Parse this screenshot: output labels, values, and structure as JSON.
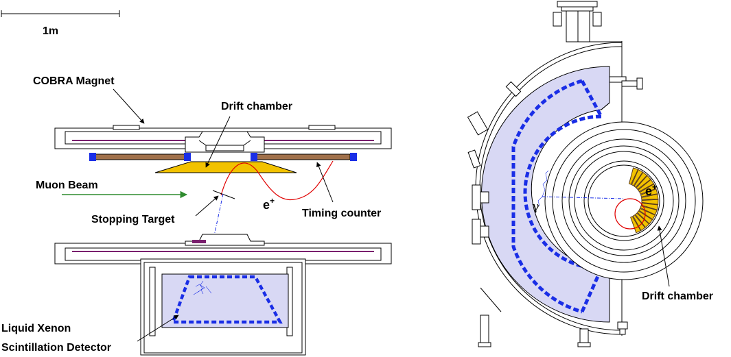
{
  "scale_bar": {
    "label": "1m"
  },
  "side_view": {
    "magnet_label": "COBRA Magnet",
    "drift_chamber_label": "Drift chamber",
    "beam_label": "Muon Beam",
    "target_label": "Stopping Target",
    "positron_label": "e",
    "positron_charge": "+",
    "timing_label": "Timing counter",
    "detector_label_line1": "Liquid Xenon",
    "detector_label_line2": "Scintillation Detector"
  },
  "front_view": {
    "positron_label": "e",
    "positron_charge": "+",
    "gamma_label": "γ",
    "drift_chamber_label": "Drift chamber"
  },
  "colors": {
    "lxe_fill": "#d8d8f4",
    "pmt_blue": "#1a2ee6",
    "drift_chamber_yellow": "#f2c200",
    "timing_counter_brown": "#a0704a",
    "positron_track": "#e00000",
    "beam_arrow": "#2e8b2e",
    "coil_purple": "#7a1f6e"
  }
}
